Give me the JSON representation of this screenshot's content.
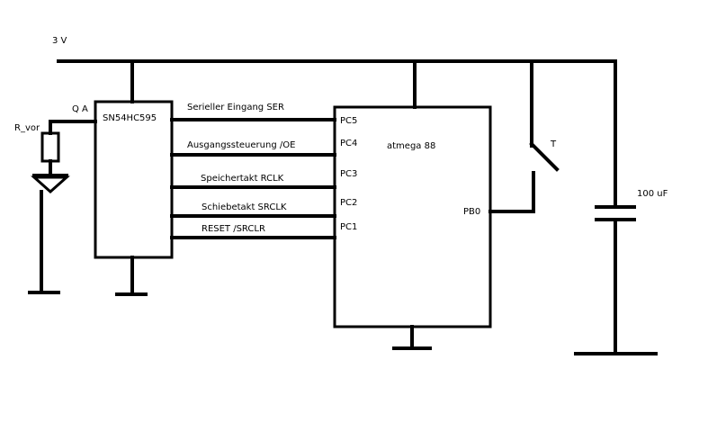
{
  "labels": {
    "supply": "3 V",
    "qa": "Q A",
    "resistor": "R_vor",
    "shift_register": "SN54HC595",
    "microcontroller": "atmega 88",
    "switch": "T",
    "capacitor": "100 uF"
  },
  "signals": [
    {
      "name": "Serieller Eingang  SER",
      "pin": "PC5"
    },
    {
      "name": "Ausgangssteuerung  /OE",
      "pin": "PC4"
    },
    {
      "name": "Speichertakt   RCLK",
      "pin": "PC3"
    },
    {
      "name": "Schiebetakt SRCLK",
      "pin": "PC2"
    },
    {
      "name": "RESET    /SRCLR",
      "pin": "PC1"
    }
  ],
  "mcu_pin_right": "PB0"
}
